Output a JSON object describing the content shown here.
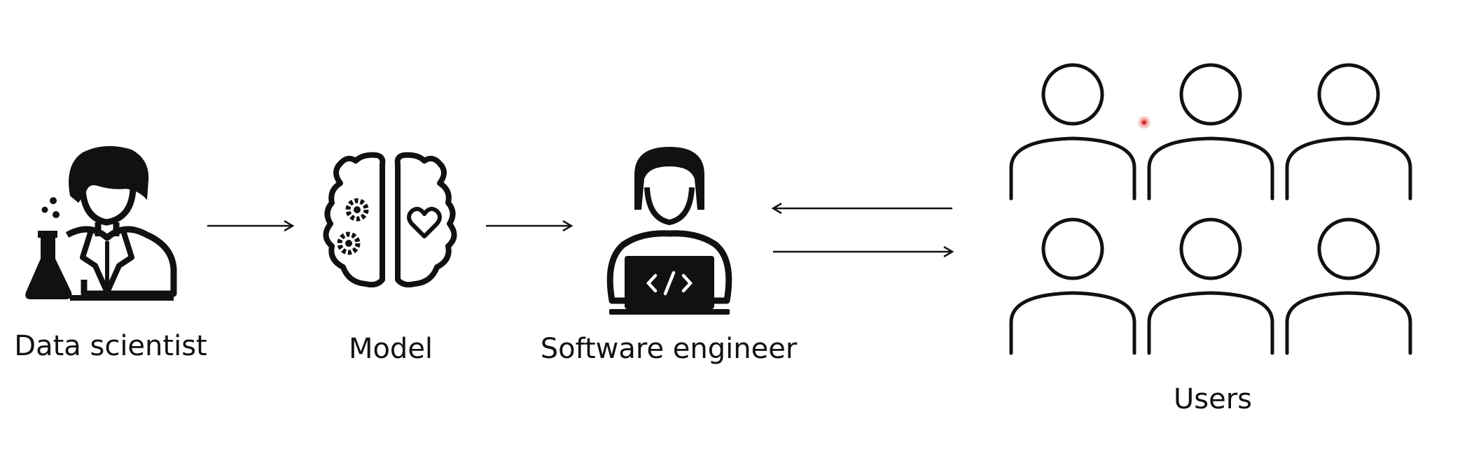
{
  "nodes": {
    "data_scientist": {
      "label": "Data scientist"
    },
    "model": {
      "label": "Model"
    },
    "software_engineer": {
      "label": "Software engineer"
    },
    "users": {
      "label": "Users"
    }
  },
  "icons": {
    "data_scientist": "scientist-with-flask-icon",
    "model": "brain-gears-heart-icon",
    "software_engineer": "developer-laptop-code-icon",
    "users": "user-outline-icon"
  },
  "colors": {
    "ink": "#111111",
    "background": "#ffffff",
    "pointer": "#e53935"
  }
}
